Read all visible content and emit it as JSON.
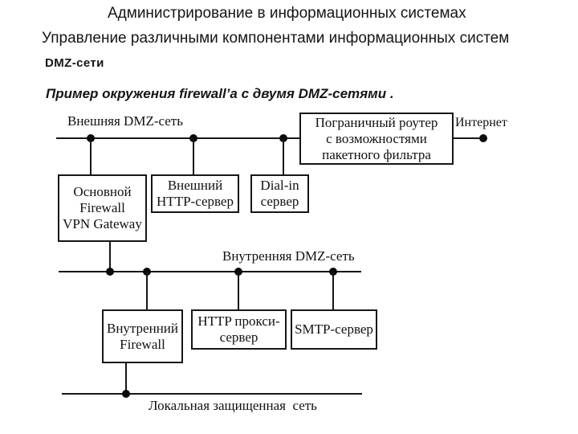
{
  "slide": {
    "title": "Администрирование в информационных системах",
    "subtitle": "Управление различными компонентами информационных систем",
    "section_heading": "DMZ-сети",
    "caption": "Пример окружения firewall’а с двумя DMZ-сетями ."
  },
  "diagram": {
    "network_labels": {
      "external_dmz": "Внешняя DMZ-сеть",
      "internal_dmz": "Внутренняя DMZ-сеть",
      "internet": "Интернет",
      "local_network": "Локальная защищенная  сеть"
    },
    "nodes": {
      "border_router": [
        "Пограничный роутер",
        "с возможностями",
        "пакетного фильтра"
      ],
      "main_firewall": [
        "Основной",
        "Firewall",
        "VPN Gateway"
      ],
      "external_http_server": [
        "Внешний",
        "HTTP-сервер"
      ],
      "dialin_server": [
        "Dial-in",
        "сервер"
      ],
      "internal_firewall": [
        "Внутренний",
        "Firewall"
      ],
      "http_proxy_server": [
        "HTTP прокси-",
        "сервер"
      ],
      "smtp_server": [
        "SMTP-сервер"
      ]
    },
    "colors": {
      "background": "#ffffff",
      "line": "#161616",
      "text": "#111111"
    }
  }
}
